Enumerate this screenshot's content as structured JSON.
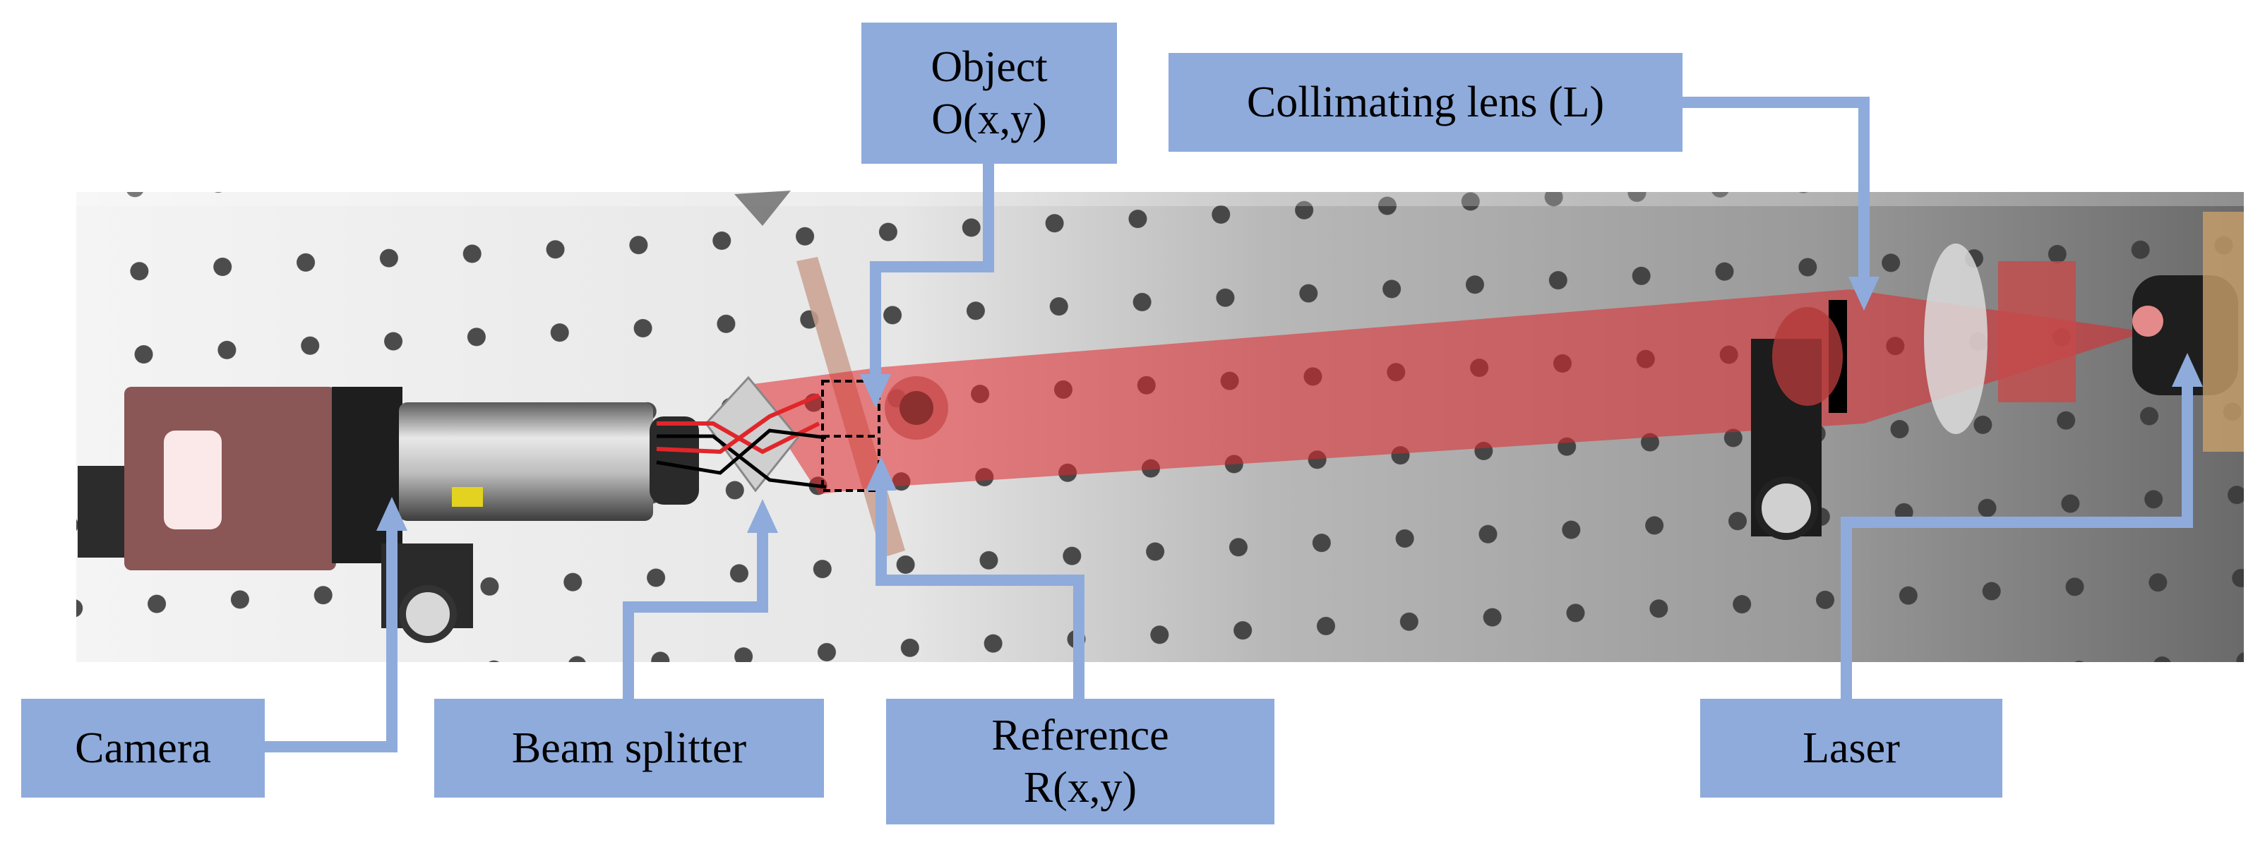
{
  "labels": {
    "object": {
      "line1": "Object",
      "line2": "O(x,y)"
    },
    "collimating_lens": "Collimating lens (L)",
    "camera": "Camera",
    "beam_splitter": "Beam splitter",
    "reference": {
      "line1": "Reference",
      "line2": "R(x,y)"
    },
    "laser": "Laser"
  },
  "colors": {
    "label_fill": "#8eabdc",
    "connector": "#8eabdc",
    "beam": "#e0262a",
    "table_left": "#f2f2f2",
    "table_right": "#9c9c9c",
    "hole": "#3a3a3a"
  }
}
